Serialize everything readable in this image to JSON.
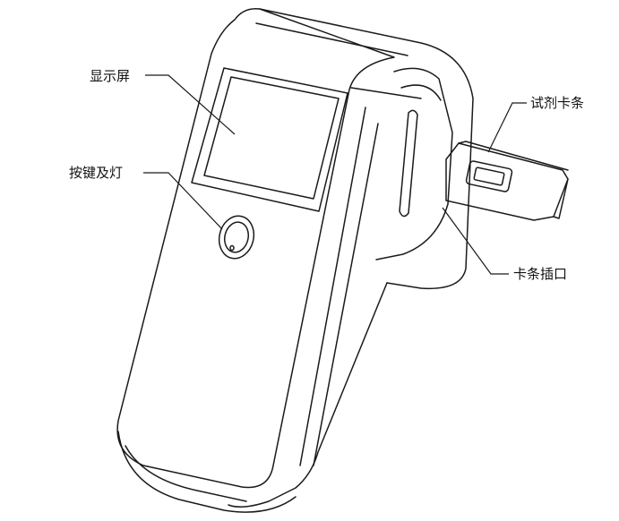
{
  "labels": {
    "screen": "显示屏",
    "button": "按键及灯",
    "strip": "试剂卡条",
    "slot": "卡条插口"
  }
}
